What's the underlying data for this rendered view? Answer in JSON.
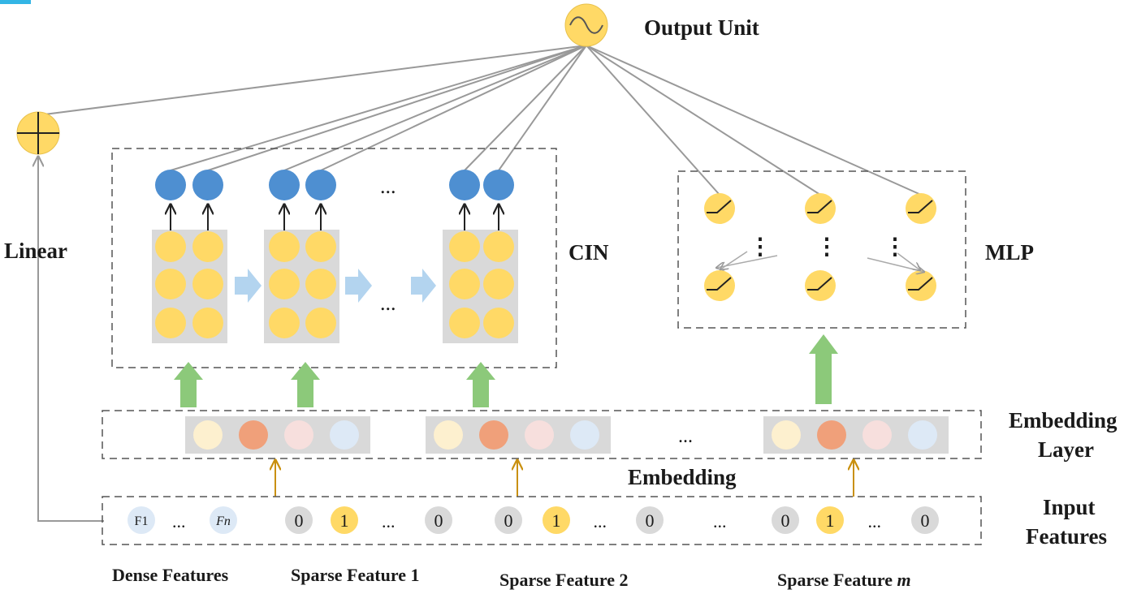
{
  "output": {
    "label": "Output Unit"
  },
  "linear": {
    "label": "Linear"
  },
  "cin": {
    "label": "CIN",
    "dots_top": "...",
    "dots_mid": "..."
  },
  "mlp": {
    "label": "MLP",
    "vdots": "⋮"
  },
  "embedding_layer": {
    "label_line1": "Embedding",
    "label_line2": "Layer",
    "dots": "..."
  },
  "embedding_arrow_label": "Embedding",
  "input_features": {
    "label_line1": "Input",
    "label_line2": "Features",
    "dense": {
      "first": "F1",
      "last": "Fn",
      "dots": "..."
    },
    "sparse_values": [
      "0",
      "1",
      "0"
    ],
    "dots": "...",
    "group_dots": "..."
  },
  "group_labels": {
    "dense": "Dense Features",
    "sparse1": "Sparse Feature 1",
    "sparse2": "Sparse Feature 2",
    "sparsem_prefix": "Sparse Feature",
    "sparsem_var": "m"
  },
  "colors": {
    "yellow": "#ffd966",
    "blue": "#4e8fd1",
    "green": "#8cc97a",
    "arrow_light_blue": "#b3d4ef",
    "gold_arrow": "#c9900e",
    "grey_line": "#999999",
    "emb1": "#fdf0cf",
    "emb2": "#f0a07a",
    "emb3": "#f7dfdd",
    "emb4": "#dde9f6"
  }
}
